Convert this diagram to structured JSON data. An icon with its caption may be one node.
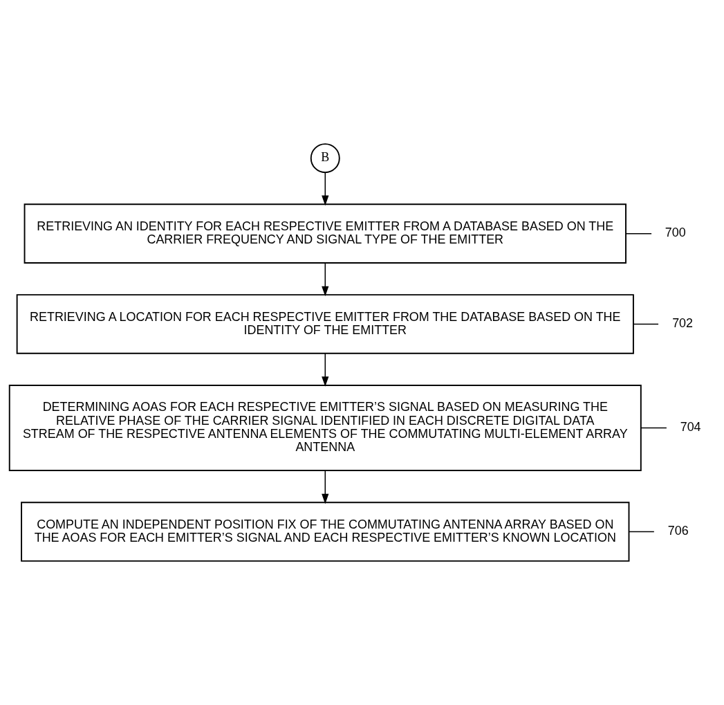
{
  "diagram": {
    "nodes": [
      {
        "text": [
          "B"
        ]
      },
      {
        "text": [
          "700"
        ]
      },
      {
        "text": [
          "RETRIEVING AN IDENTITY FOR EACH RESPECTIVE EMITTER FROM A DATABASE BASED ON THE CARRIER FREQUENCY AND SIGNAL TYPE OF THE EMITTER"
        ]
      },
      {
        "text": [
          "702"
        ]
      },
      {
        "text": [
          "RETRIEVING A LOCATION FOR EACH RESPECTIVE EMITTER FROM THE DATABASE BASED ON THE IDENTITY OF THE EMITTER"
        ]
      },
      {
        "text": [
          "704"
        ]
      },
      {
        "text": [
          "DETERMINING AOAS FOR EACH RESPECTIVE EMITTER’S SIGNAL BASED ON MEASURING THE RELATIVE PHASE OF THE CARRIER SIGNAL IDENTIFIED IN EACH DISCRETE DIGITAL DATA STREAM OF THE RESPECTIVE ANTENNA ELEMENTS OF THE COMMUTATING MULTI-ELEMENT ARRAY ANTENNA"
        ]
      },
      {
        "text": [
          "706"
        ]
      },
      {
        "text": [
          "COMPUTE AN INDEPENDENT POSITION FIX OF THE COMMUTATING ANTENNA ARRAY BASED ON THE AOAS FOR EACH EMITTER’S SIGNAL AND EACH RESPECTIVE EMITTER’S KNOWN LOCATION"
        ]
      }
    ],
    "edges": [
      {
        "from": 0,
        "to": 2,
        "arrow": "to"
      },
      {
        "from": 1,
        "to": 2,
        "arrow": "none"
      },
      {
        "from": 2,
        "to": 4,
        "arrow": "to"
      },
      {
        "from": 3,
        "to": 4,
        "arrow": "none"
      },
      {
        "from": 4,
        "to": 6,
        "arrow": "to"
      },
      {
        "from": 5,
        "to": 6,
        "arrow": "none"
      },
      {
        "from": 6,
        "to": 8,
        "arrow": "to"
      },
      {
        "from": 7,
        "to": 8,
        "arrow": "none"
      }
    ]
  }
}
